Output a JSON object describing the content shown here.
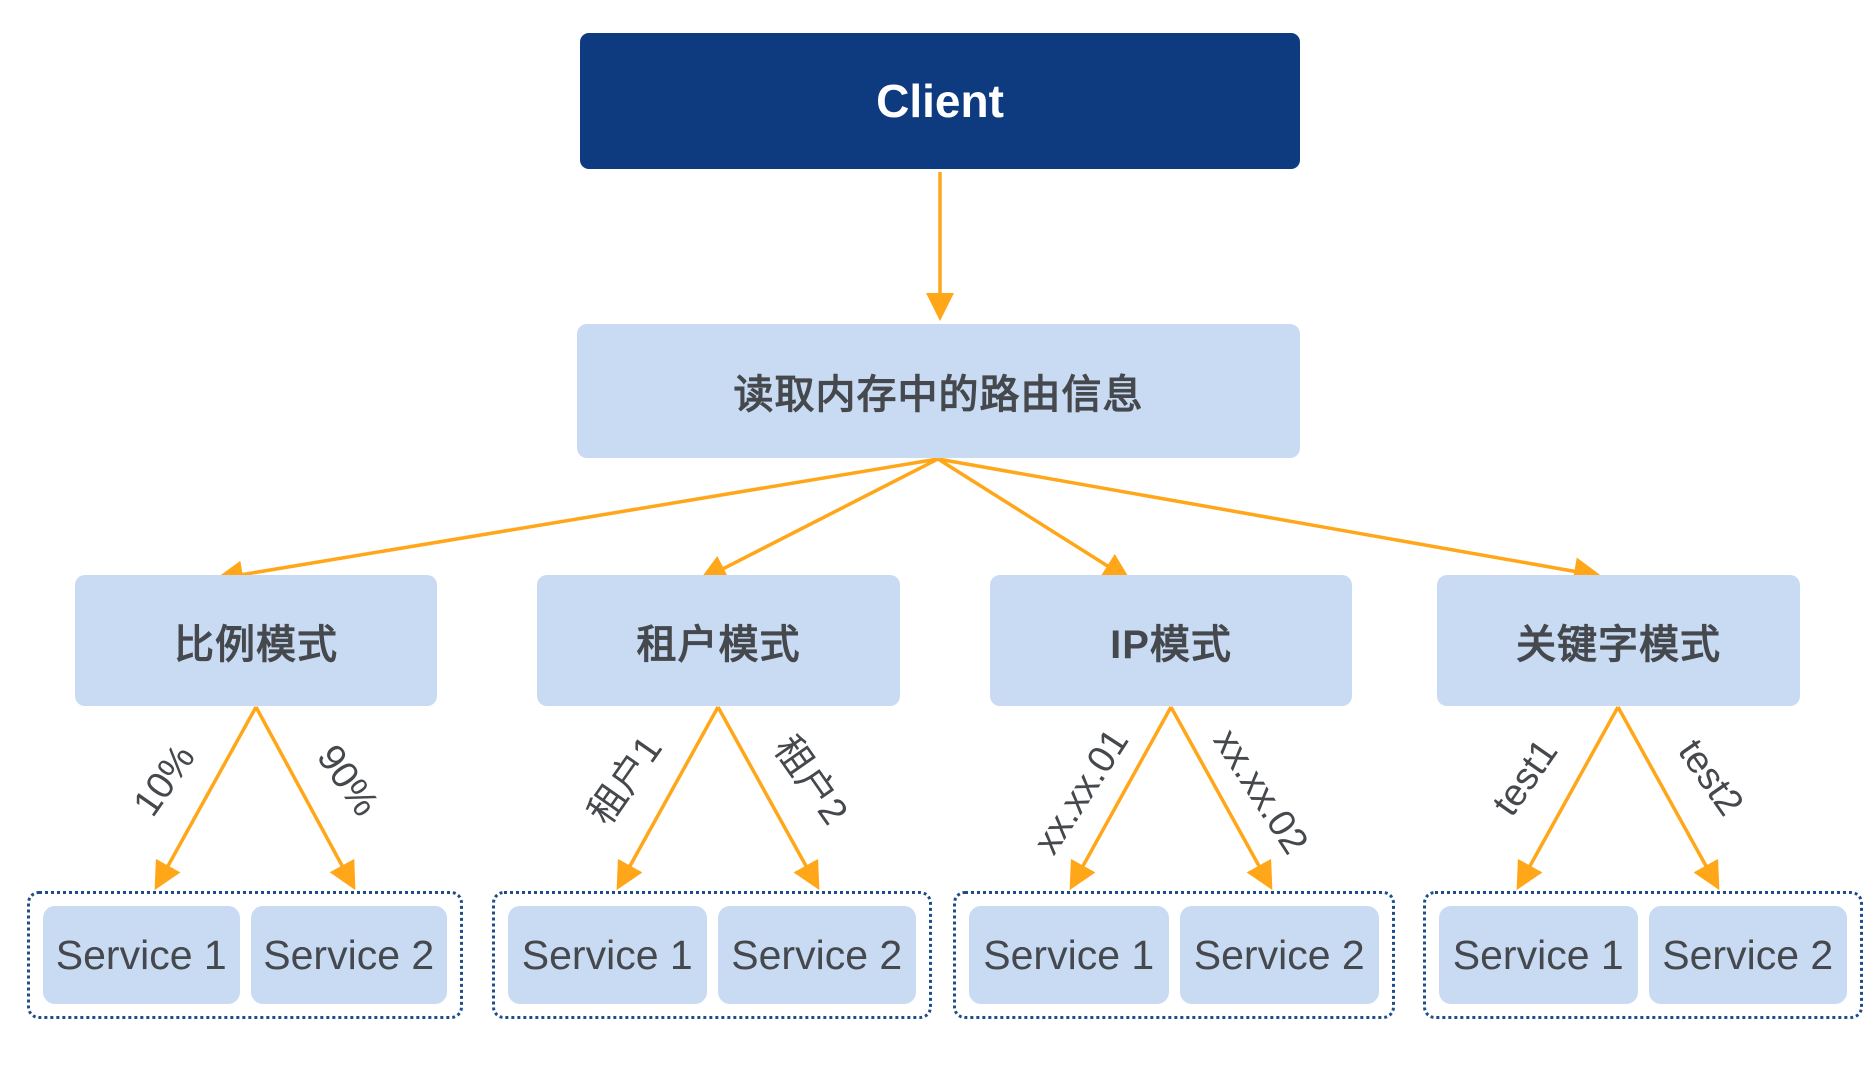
{
  "diagram": {
    "client_label": "Client",
    "router_label": "读取内存中的路由信息",
    "modes": [
      {
        "label": "比例模式",
        "left_branch": "10%",
        "right_branch": "90%",
        "services": [
          "Service 1",
          "Service 2"
        ]
      },
      {
        "label": "租户模式",
        "left_branch": "租户1",
        "right_branch": "租户2",
        "services": [
          "Service 1",
          "Service 2"
        ]
      },
      {
        "label": "IP模式",
        "left_branch": "xx.xx.01",
        "right_branch": "xx.xx.02",
        "services": [
          "Service 1",
          "Service 2"
        ]
      },
      {
        "label": "关键字模式",
        "left_branch": "test1",
        "right_branch": "test2",
        "services": [
          "Service 1",
          "Service 2"
        ]
      }
    ],
    "colors": {
      "client_bg": "#0e3a80",
      "node_bg": "#c8dbf3",
      "arrow": "#ffa619",
      "text_dark": "#45484c",
      "dashed_border": "#1d4e89"
    }
  }
}
